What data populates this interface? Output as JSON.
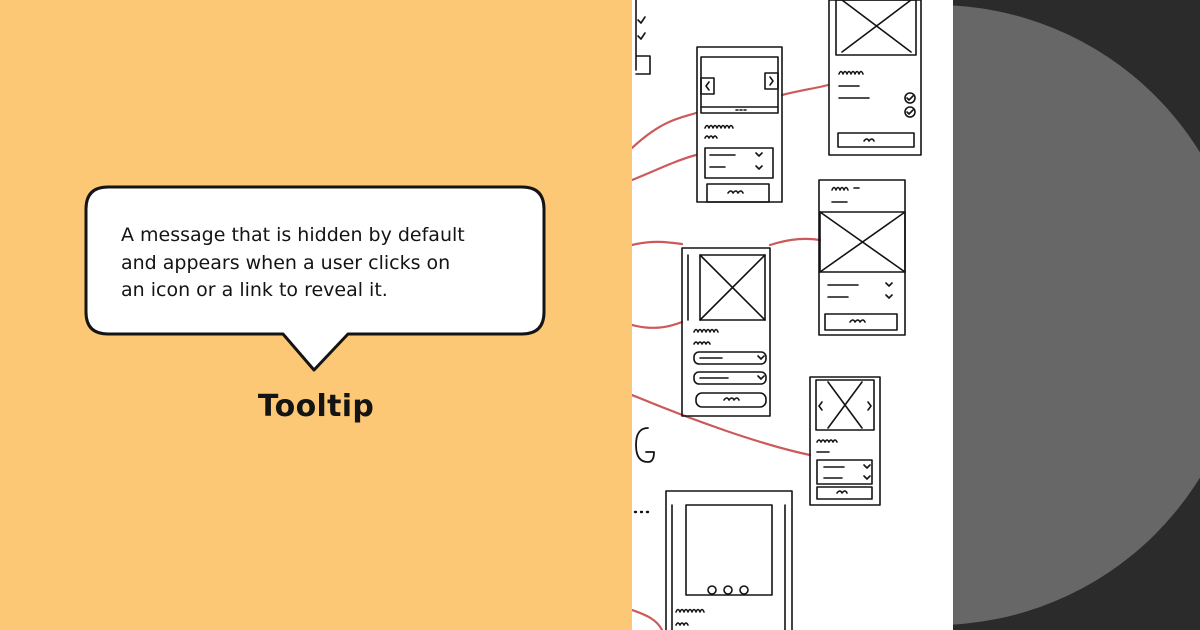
{
  "tooltip": {
    "message_lines": [
      "A message that is hidden by default",
      "and appears when a user clicks on",
      "an icon or a link to reveal it."
    ],
    "term": "Tooltip"
  },
  "colors": {
    "background_left": "#fdc875",
    "bubble_fill": "#ffffff",
    "ink": "#141414",
    "sketch_connector": "#cc5a5a",
    "dark_panel": "#2b2b2b",
    "circle": "#676767"
  },
  "sketch_icons": [
    "wireframe-screen",
    "image-placeholder-icon",
    "chevron-left-icon",
    "chevron-right-icon",
    "check-icon",
    "carousel-dots-icon"
  ]
}
